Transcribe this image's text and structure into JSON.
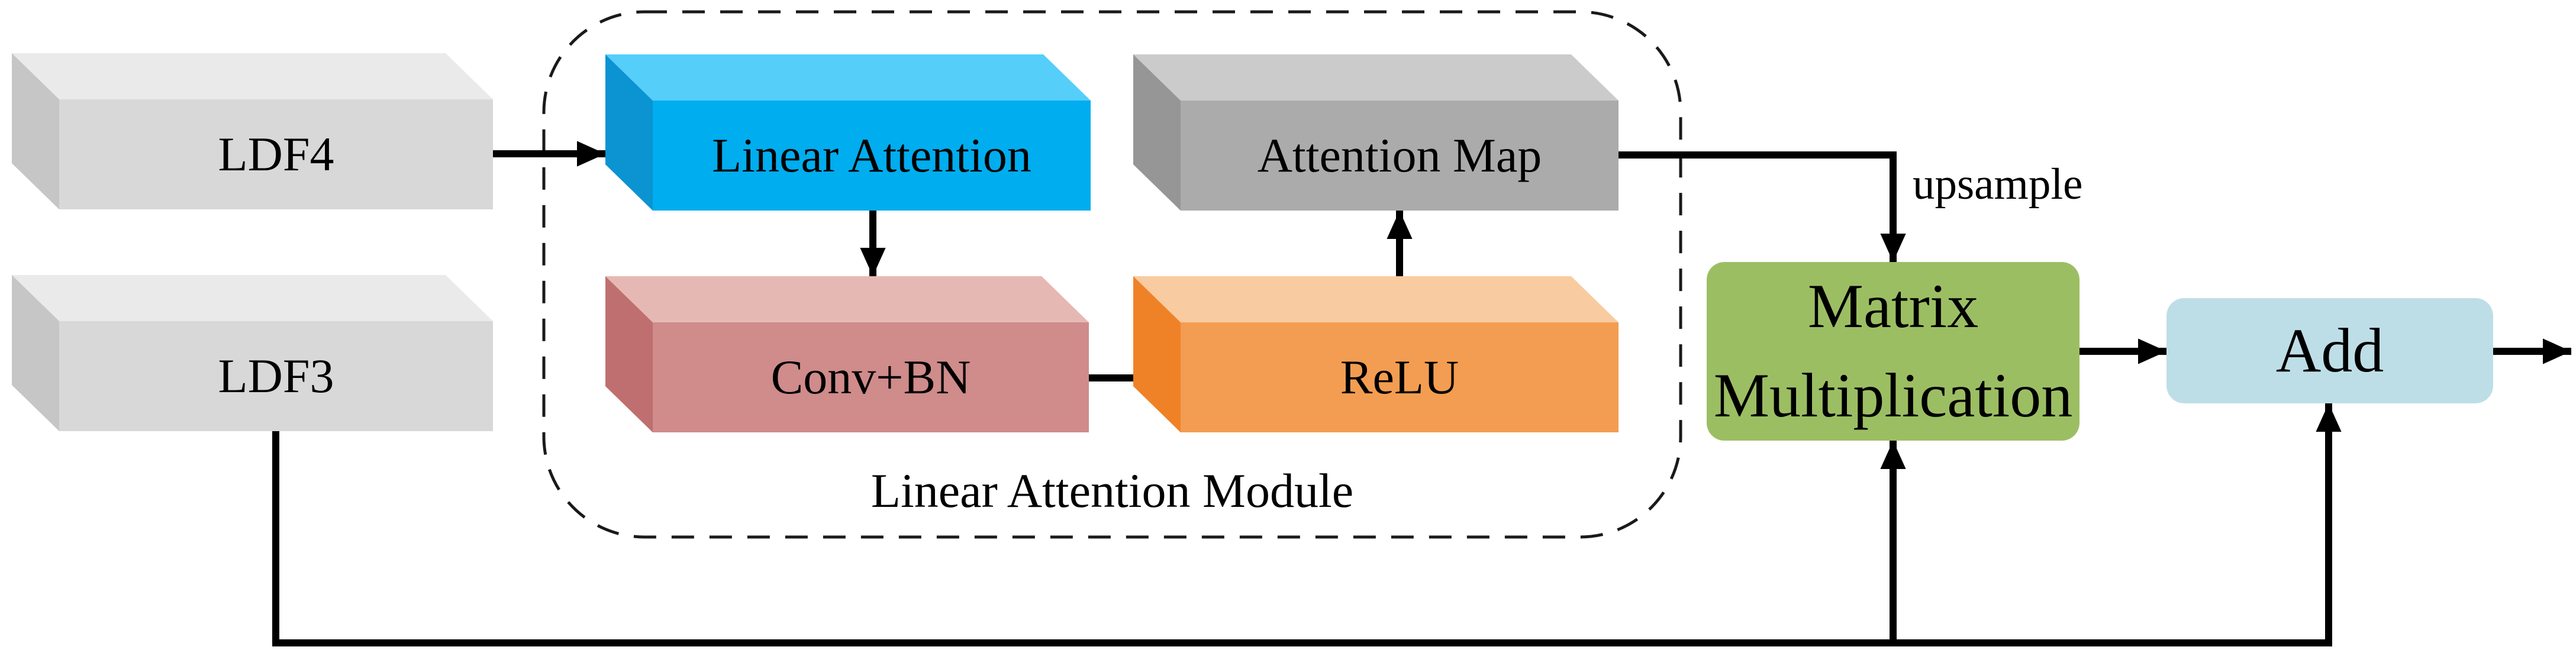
{
  "figure": {
    "title": "Linear Attention Module diagram",
    "background": "#FFFFFF",
    "labels": {
      "ldf4": "LDF4",
      "ldf3": "LDF3",
      "linear_attention": "Linear Attention",
      "attention_map": "Attention Map",
      "conv_bn": "Conv+BN",
      "relu": "ReLU",
      "matrix_multiplication_line1": "Matrix",
      "matrix_multiplication_line2": "Multiplication",
      "add": "Add",
      "module_caption": "Linear Attention Module",
      "upsample": "upsample"
    },
    "colors": {
      "arrow": "#000000",
      "dashed_border": "#1a1a1a",
      "text": "#000000",
      "ldf_front": "#D8D8D8",
      "ldf_top": "#EAEAEA",
      "ldf_side": "#C6C6C6",
      "linear_attention_front": "#00ADEE",
      "linear_attention_top": "#55CEFA",
      "linear_attention_side": "#0B93D2",
      "attention_map_front": "#ABABAB",
      "attention_map_top": "#CBCBCB",
      "attention_map_side": "#969696",
      "conv_bn_front": "#D08B8B",
      "conv_bn_top": "#E6B8B4",
      "conv_bn_side": "#BF6F6F",
      "relu_front": "#F39D52",
      "relu_top": "#F9CBA0",
      "relu_side": "#EF8227",
      "matrix_multiplication_fill": "#9CBE63",
      "add_fill": "#BEDEE7"
    }
  }
}
